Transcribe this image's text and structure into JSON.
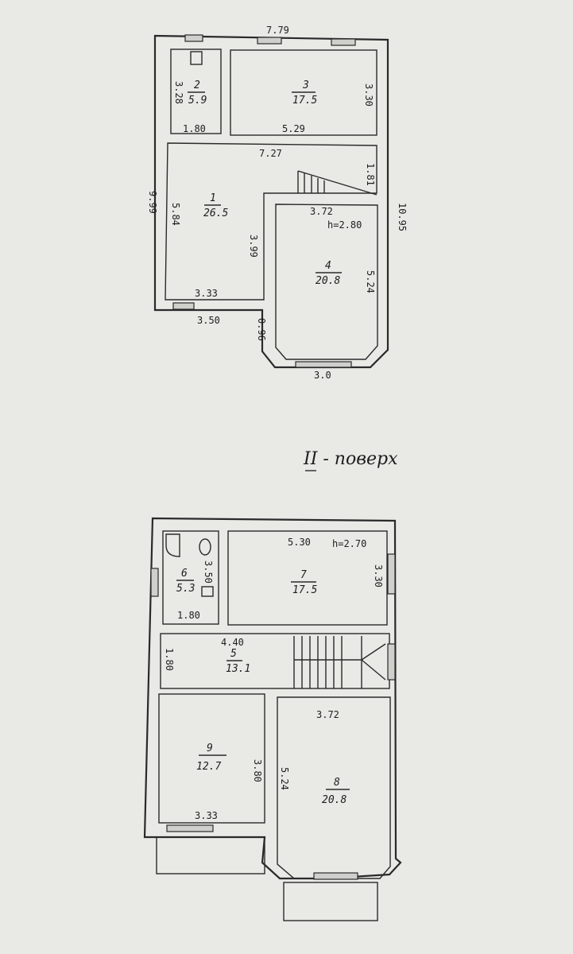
{
  "floor1": {
    "dimensions": {
      "top_width": "7.79",
      "left_height": "9.99",
      "right_height": "10.95",
      "bottom_left": "3.50",
      "bay_offset": "0.96",
      "bay_width": "3.0",
      "room2_height": "3.28",
      "room2_width": "1.80",
      "room3_width": "5.29",
      "room3_height": "3.30",
      "hall_width": "7.27",
      "stair_height": "1.81",
      "room1_height": "5.84",
      "room1_inner_height": "3.99",
      "room1_width": "3.33",
      "room4_width": "3.72",
      "room4_ceiling": "h=2.80",
      "room4_height": "5.24"
    },
    "rooms": [
      {
        "number": "1",
        "area": "26.5"
      },
      {
        "number": "2",
        "area": "5.9"
      },
      {
        "number": "3",
        "area": "17.5"
      },
      {
        "number": "4",
        "area": "20.8"
      }
    ]
  },
  "floor2_title": "II - поверх",
  "floor2": {
    "dimensions": {
      "room7_width": "5.30",
      "room7_ceiling": "h=2.70",
      "room7_height": "3.30",
      "room6_height": "3.50",
      "room6_width": "1.80",
      "hall_width": "4.40",
      "hall_height": "1.80",
      "room8_width": "3.72",
      "room8_height": "5.24",
      "room9_height": "3.80",
      "room9_width": "3.33"
    },
    "rooms": [
      {
        "number": "5",
        "area": "13.1"
      },
      {
        "number": "6",
        "area": "5.3"
      },
      {
        "number": "7",
        "area": "17.5"
      },
      {
        "number": "8",
        "area": "20.8"
      },
      {
        "number": "9",
        "area": "12.7"
      }
    ]
  }
}
